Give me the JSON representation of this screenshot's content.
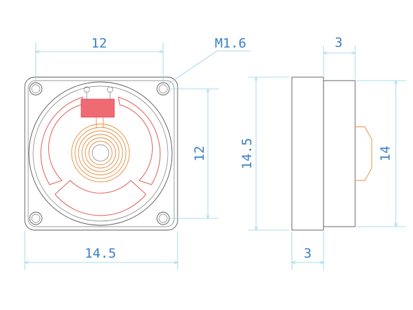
{
  "labels": {
    "top_width": "12",
    "bottom_width": "14.5",
    "side_height_inner": "12",
    "side_height_outer": "14.5",
    "thread": "M1.6",
    "side_top_thickness": "3",
    "side_bottom_thickness": "3",
    "side_height_right": "14"
  },
  "colors": {
    "dimension_text": "#3a7fc8",
    "dimension_line": "#8fd0e8",
    "wire": "#e05c5c",
    "coil": "#e58b3a",
    "terminal_pad": "#f06a74"
  }
}
